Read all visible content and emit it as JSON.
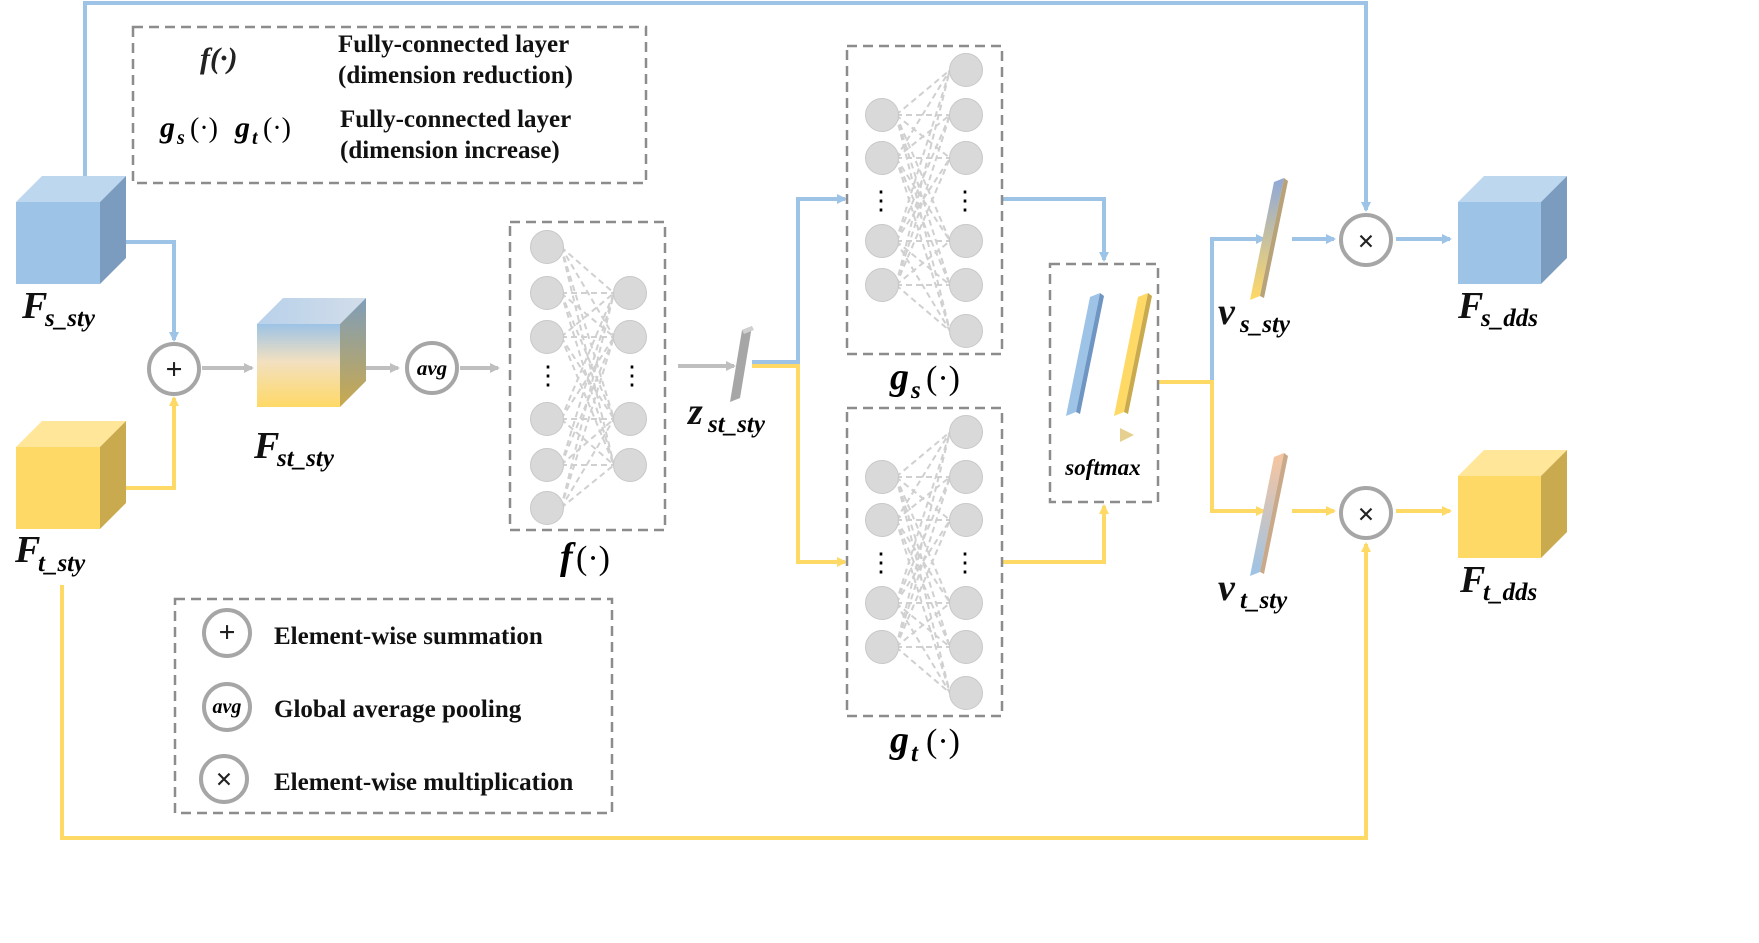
{
  "colors": {
    "blue": "#9DC3E6",
    "blue_line": "#9DC3E6",
    "yellow": "#FFD966",
    "yellow_line": "#FFD966",
    "gray_line": "#BFBFBF",
    "node_fill": "#D9D9D9",
    "dash_border": "#8C8C8C"
  },
  "legend_top": {
    "f_symbol": "f(·)",
    "f_desc_line1": "Fully-connected layer",
    "f_desc_line2": "(dimension reduction)",
    "g_symbol_gs": "g",
    "g_symbol_gs_sub": "s",
    "g_symbol_gt": "g",
    "g_symbol_gt_sub": "t",
    "g_symbol_paren": "(·)",
    "g_desc_line1": "Fully-connected layer",
    "g_desc_line2": "(dimension increase)"
  },
  "legend_bottom": {
    "sum_symbol": "+",
    "sum_label": "Element-wise summation",
    "avg_symbol": "avg",
    "avg_label": "Global average pooling",
    "mul_symbol": "×",
    "mul_label": "Element-wise multiplication"
  },
  "variables": {
    "fs_sty": {
      "main": "F",
      "sub": "s_sty"
    },
    "ft_sty": {
      "main": "F",
      "sub": "t_sty"
    },
    "fst_sty": {
      "main": "F",
      "sub": "st_sty"
    },
    "zst_sty": {
      "main": "z",
      "sub": "st_sty"
    },
    "vs_sty": {
      "main": "v",
      "sub": "s_sty"
    },
    "vt_sty": {
      "main": "v",
      "sub": "t_sty"
    },
    "fs_dds": {
      "main": "F",
      "sub": "s_dds"
    },
    "ft_dds": {
      "main": "F",
      "sub": "t_dds"
    }
  },
  "operators": {
    "plus": "+",
    "avg": "avg",
    "times": "×",
    "softmax": "softmax",
    "ellipsis": "⋮"
  },
  "layer_labels": {
    "f": "f",
    "gs_main": "g",
    "gs_sub": "s",
    "gt_main": "g",
    "gt_sub": "t",
    "paren": "(·)"
  },
  "icons": {
    "cube": "cube-icon",
    "sum": "plus-circle-icon",
    "avg": "avg-circle-icon",
    "mul": "times-circle-icon",
    "vector": "vector-bar-icon"
  }
}
